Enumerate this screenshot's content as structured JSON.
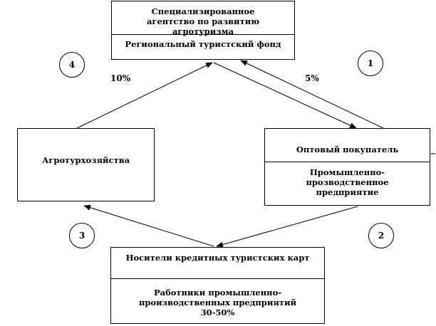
{
  "agency": {
    "title": "Специализированное агентство по развитию агротуризма",
    "fund": "Региональный туристский фонд"
  },
  "farms": {
    "label": "Агротурхозяйства"
  },
  "buyer": {
    "title": "Оптовый покупатель",
    "enterprise": "Промышленно-прозводственное предприятие"
  },
  "card_holders": {
    "title": "Носители кредитных туристских карт",
    "workers": "Работники промышленно-производственных предприятий",
    "share": "30-50%"
  },
  "steps": [
    "1",
    "2",
    "3",
    "4"
  ],
  "percents": {
    "farms_share": "10%",
    "buyer_share": "5%"
  }
}
